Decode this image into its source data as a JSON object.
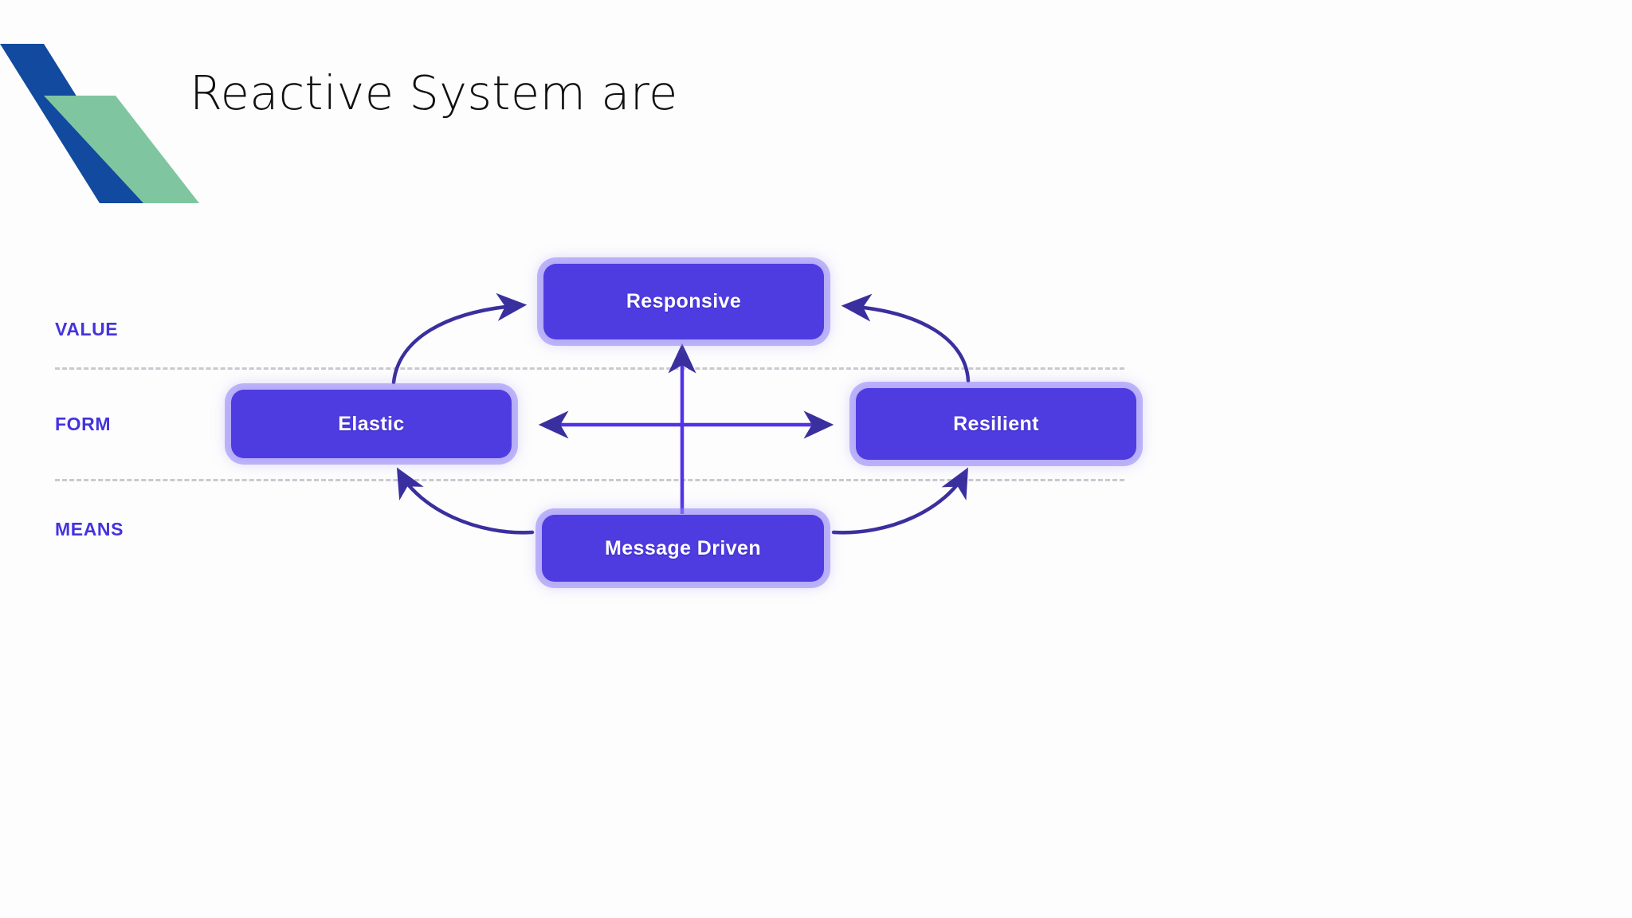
{
  "slide": {
    "title": "Reactive System are",
    "background_color": "#fdfdfd"
  },
  "logo": {
    "name": "corner-parallelogram-mark",
    "blue_color": "#114a9e",
    "green_color": "#7fc6a0"
  },
  "row_labels": [
    {
      "id": "value",
      "text": "VALUE",
      "color": "#4433dd"
    },
    {
      "id": "form",
      "text": "FORM",
      "color": "#4433dd"
    },
    {
      "id": "means",
      "text": "MEANS",
      "color": "#4433dd"
    }
  ],
  "dividers": {
    "color": "#c9c9cf",
    "style": "dashed",
    "count": 2
  },
  "diagram": {
    "node_fill": "#4f3ce0",
    "node_glow": "#9284f5",
    "node_text_color": "#ffffff",
    "curved_arrow_color": "#3a2f9e",
    "straight_arrow_color": "#5332e8",
    "nodes": [
      {
        "id": "responsive",
        "label": "Responsive",
        "row": "VALUE"
      },
      {
        "id": "elastic",
        "label": "Elastic",
        "row": "FORM"
      },
      {
        "id": "resilient",
        "label": "Resilient",
        "row": "FORM"
      },
      {
        "id": "message-driven",
        "label": "Message Driven",
        "row": "MEANS"
      }
    ],
    "connections": [
      {
        "from": "elastic",
        "to": "responsive",
        "kind": "curved",
        "direction": "one-way"
      },
      {
        "from": "resilient",
        "to": "responsive",
        "kind": "curved",
        "direction": "one-way"
      },
      {
        "from": "message-driven",
        "to": "elastic",
        "kind": "curved",
        "direction": "one-way"
      },
      {
        "from": "message-driven",
        "to": "resilient",
        "kind": "curved",
        "direction": "one-way"
      },
      {
        "from": "message-driven",
        "to": "responsive",
        "kind": "straight",
        "direction": "one-way"
      },
      {
        "from": "elastic",
        "to": "resilient",
        "kind": "straight",
        "direction": "two-way"
      }
    ]
  }
}
